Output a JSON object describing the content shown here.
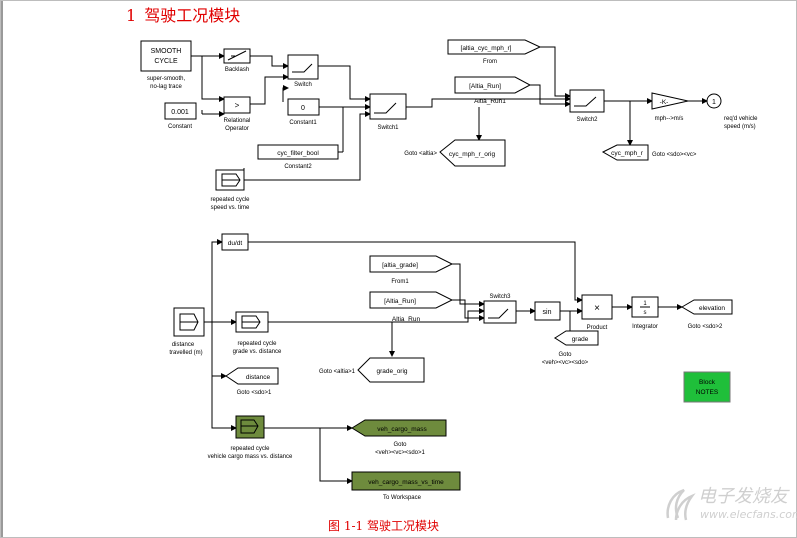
{
  "heading": {
    "number": "1",
    "title": "驾驶工况模块"
  },
  "caption": "图 1-1  驾驶工况模块",
  "watermark": {
    "text": "电子发烧友",
    "url": "www.elecfans.com"
  },
  "colors": {
    "heading": "#e00000",
    "goto_green": "#6e8b3d",
    "notes_green": "#1fbf3a"
  },
  "blocks": {
    "smooth_cycle": {
      "line1": "SMOOTH",
      "line2": "CYCLE",
      "label1": "super-smooth,",
      "label2": "no-lag trace"
    },
    "backlash": {
      "label": "Backlash"
    },
    "switch_top": {
      "label": "Switch"
    },
    "relop": {
      "symbol": ">",
      "label1": "Relational",
      "label2": "Operator"
    },
    "constant_top": {
      "value": "0.001",
      "label": "Constant"
    },
    "constant1": {
      "value": "0",
      "label": "Constant1"
    },
    "switch1": {
      "label": "Switch1"
    },
    "cyc_filter_bool": {
      "value": "cyc_filter_bool",
      "label": "Constant2"
    },
    "rep_speed": {
      "label1": "repeated cycle",
      "label2": "speed vs. time"
    },
    "from_cyc": {
      "tag": "[altia_cyc_mph_r]",
      "label": "From"
    },
    "from_run": {
      "tag": "[Altia_Run]",
      "label": "Altia_Run1"
    },
    "switch2": {
      "label": "Switch2"
    },
    "gain": {
      "symbol": "-K-",
      "label": "mph-->m/s"
    },
    "out1": {
      "num": "1",
      "label1": "req'd vehicle",
      "label2": "speed (m/s)"
    },
    "goto_cyc_orig": {
      "tag": "cyc_mph_r_orig",
      "label": "Goto <altia>"
    },
    "goto_cyc": {
      "tag": "cyc_mph_r",
      "label": "Goto <sdo><vc>"
    },
    "dudt": {
      "text": "du/dt"
    },
    "from_grade": {
      "tag": "[altia_grade]",
      "label": "From1"
    },
    "from_run2": {
      "tag": "[Altia_Run]",
      "label": "Altia_Run"
    },
    "switch3": {
      "label": "Switch3"
    },
    "sin": {
      "text": "sin"
    },
    "product": {
      "symbol": "×",
      "label": "Product"
    },
    "integrator": {
      "num": "1",
      "den": "s",
      "label": "Integrator"
    },
    "goto_elev": {
      "tag": "elevation",
      "label": "Goto <sdo>2"
    },
    "goto_grade": {
      "tag": "grade",
      "label1": "Goto",
      "label2": "<veh><vc><sdo>"
    },
    "dist_trav": {
      "label1": "distance",
      "label2": "travelled (m)"
    },
    "rep_grade": {
      "label1": "repeated cycle",
      "label2": "grade vs. distance"
    },
    "goto_grade_orig": {
      "tag": "grade_orig",
      "label": "Goto <altia>1"
    },
    "goto_distance": {
      "tag": "distance",
      "label": "Goto <sdo>1"
    },
    "block_notes": {
      "line1": "Block",
      "line2": "NOTES"
    },
    "rep_cargo": {
      "label1": "repeated cycle",
      "label2": "vehicle cargo mass vs. distance"
    },
    "goto_cargo": {
      "tag": "veh_cargo_mass",
      "label1": "Goto",
      "label2": "<veh><vc><sdo>1"
    },
    "to_workspace": {
      "tag": "veh_cargo_mass_vs_time",
      "label": "To Workspace"
    }
  }
}
